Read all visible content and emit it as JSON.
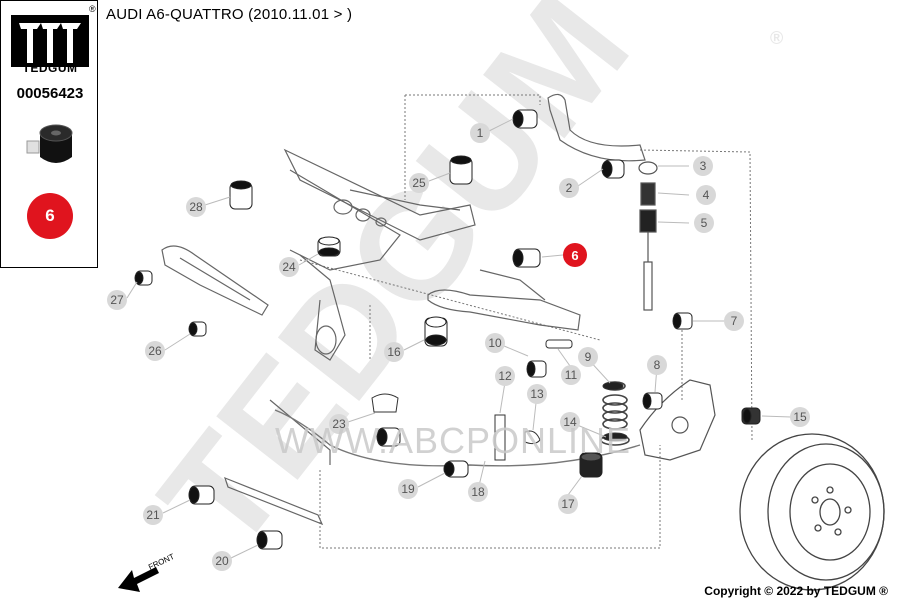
{
  "brand": {
    "name": "TEDGUM",
    "trademark": "®"
  },
  "part_number": "00056423",
  "selected_position": "6",
  "title": "AUDI A6-QUATTRO (2010.11.01 > )",
  "watermark_url": "WWW.ABCPONLINE",
  "watermark_brand": "TEDGUM",
  "watermark_mark": "®",
  "front_label": "FRONT",
  "copyright": "Copyright © 2022 by TEDGUM ®",
  "colors": {
    "accent_red": "#e0141e",
    "callout_grey": "#d8d8d8",
    "line_grey": "#777777"
  },
  "callouts": [
    "1",
    "2",
    "3",
    "4",
    "5",
    "7",
    "8",
    "9",
    "10",
    "11",
    "12",
    "13",
    "14",
    "15",
    "16",
    "17",
    "18",
    "19",
    "20",
    "21",
    "23",
    "24",
    "25",
    "26",
    "27",
    "28"
  ]
}
